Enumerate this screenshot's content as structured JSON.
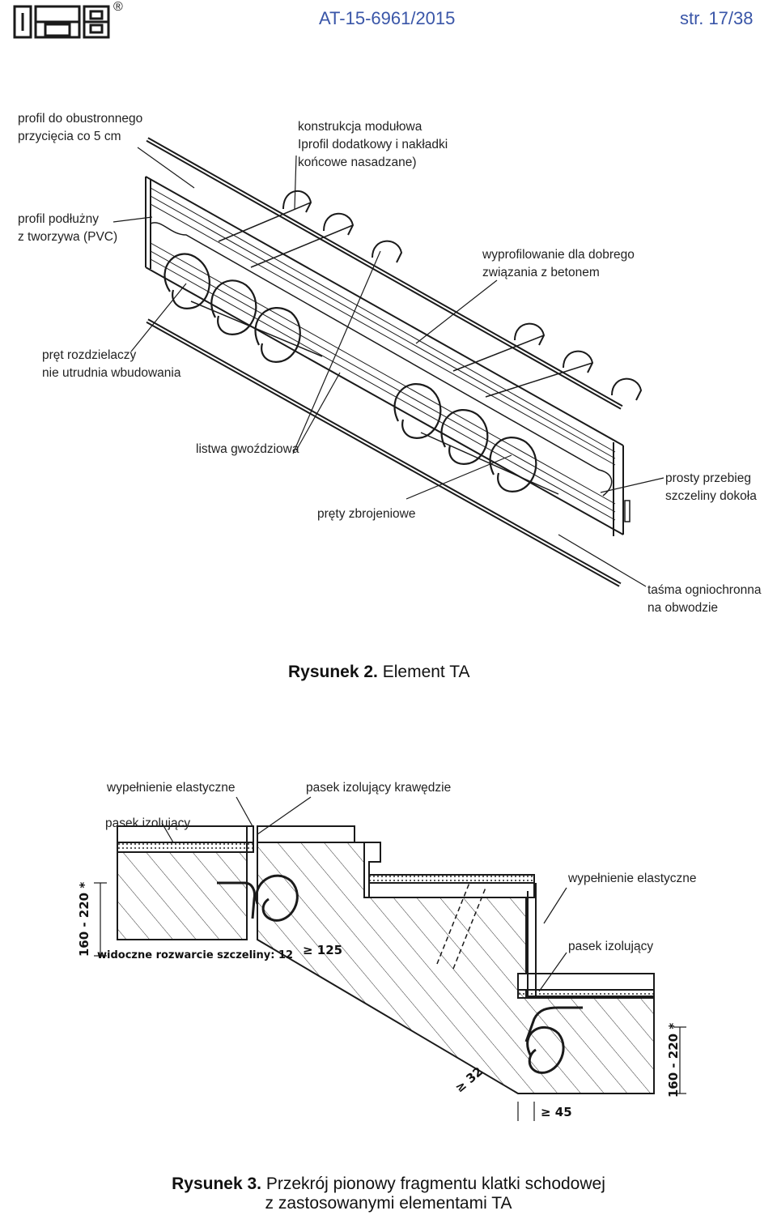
{
  "header": {
    "logo_text": "ITB",
    "logo_mark": "®",
    "doc_number": "AT-15-6961/2015",
    "page": "str. 17/38"
  },
  "figure2": {
    "labels": {
      "profil_obustronny": "profil do obustronnego\nprzycięcia co 5 cm",
      "konstrukcja": "konstrukcja modułowa\nIprofil dodatkowy i nakładki\nkońcowe nasadzane)",
      "profil_podluzny": "profil podłużny\nz tworzywa (PVC)",
      "wyprofilowanie": "wyprofilowanie dla dobrego\nzwiązania z betonem",
      "pret": "pręt rozdzielaczy\nnie utrudnia wbudowania",
      "listwa": "listwa gwoździowa",
      "prety": "pręty zbrojeniowe",
      "prosty": "prosty przebieg\nszczeliny dokoła",
      "tasma": "taśma ogniochronna\nna obwodzie"
    },
    "caption_bold": "Rysunek 2.",
    "caption_text": " Element TA"
  },
  "figure3": {
    "labels": {
      "wypelnienie_top": "wypełnienie elastyczne",
      "pasek_krawedzie": "pasek izolujący krawędzie",
      "pasek_left": "pasek izolujący",
      "wypelnienie_right": "wypełnienie elastyczne",
      "pasek_right": "pasek izolujący"
    },
    "dims": {
      "left_height": "160 - 220 *",
      "right_height": "160 - 220 *",
      "widoczne": "widoczne rozwarcie szczeliny: 12",
      "ge125": "≥ 125",
      "ge32": "≥ 32",
      "ge45": "≥ 45"
    },
    "caption_bold": "Rysunek 3.",
    "caption_line1": "  Przekrój pionowy fragmentu klatki schodowej",
    "caption_line2": "z zastosowanymi elementami TA"
  },
  "colors": {
    "header_blue": "#3a56a8",
    "line": "#1a1a1a"
  }
}
